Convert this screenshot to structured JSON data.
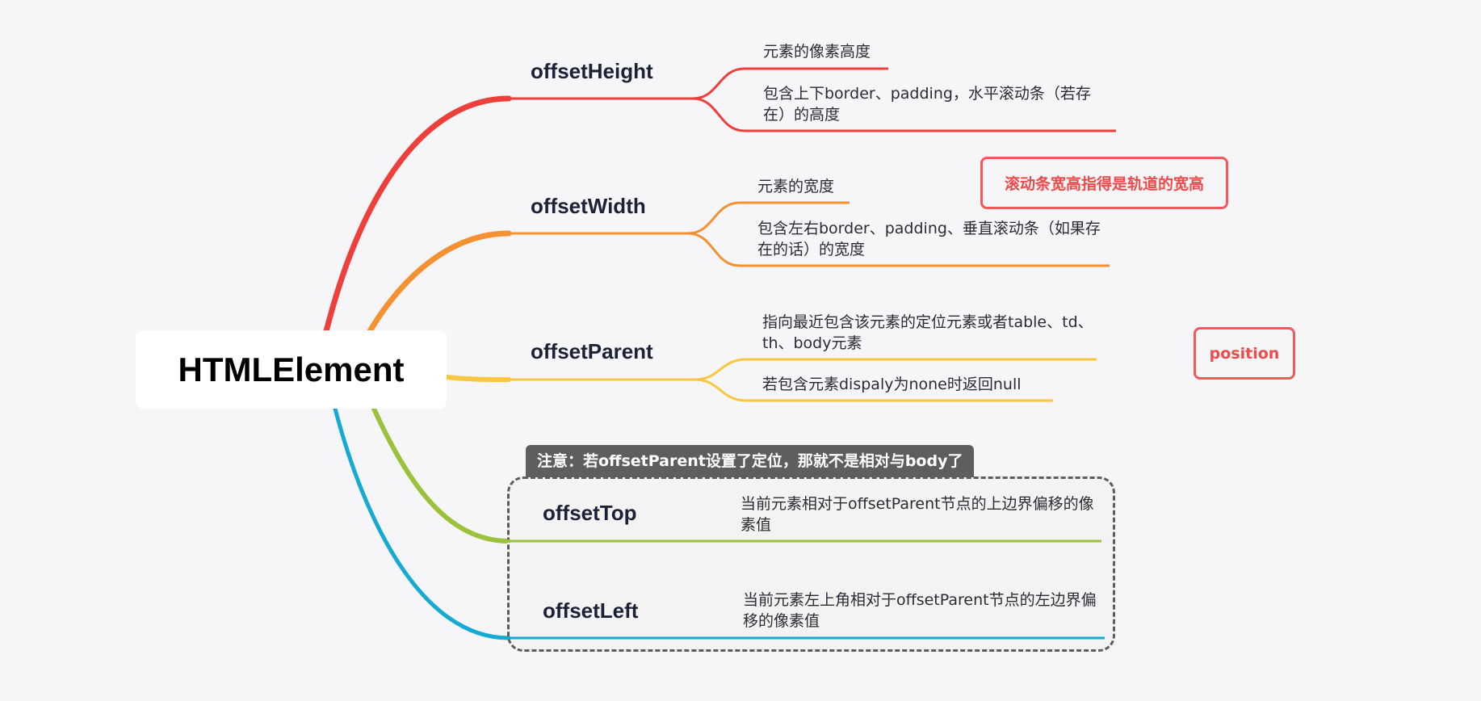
{
  "root": {
    "label": "HTMLElement"
  },
  "colors": {
    "offsetHeight": "#ee3f3a",
    "offsetWidth": "#f49131",
    "offsetParent": "#f9c63f",
    "offsetTop": "#9bc23c",
    "offsetLeft": "#16a9d2",
    "callout": "#f25a5a"
  },
  "branches": [
    {
      "key": "offsetHeight",
      "label": "offsetHeight",
      "leaves": [
        "元素的像素高度",
        "包含上下border、padding，水平滚动条（若存在）的高度"
      ]
    },
    {
      "key": "offsetWidth",
      "label": "offsetWidth",
      "leaves": [
        "元素的宽度",
        "包含左右border、padding、垂直滚动条（如果存在的话）的宽度"
      ]
    },
    {
      "key": "offsetParent",
      "label": "offsetParent",
      "leaves": [
        "指向最近包含该元素的定位元素或者table、td、th、body元素",
        "若包含元素dispaly为none时返回null"
      ]
    },
    {
      "key": "offsetTop",
      "label": "offsetTop",
      "leaves": [
        "当前元素相对于offsetParent节点的上边界偏移的像素值"
      ]
    },
    {
      "key": "offsetLeft",
      "label": "offsetLeft",
      "leaves": [
        "当前元素左上角相对于offsetParent节点的左边界偏移的像素值"
      ]
    }
  ],
  "callouts": {
    "scrollbar": "滚动条宽高指得是轨道的宽高",
    "position": "position"
  },
  "summary": {
    "label": "注意：若offsetParent设置了定位，那就不是相对与body了"
  }
}
